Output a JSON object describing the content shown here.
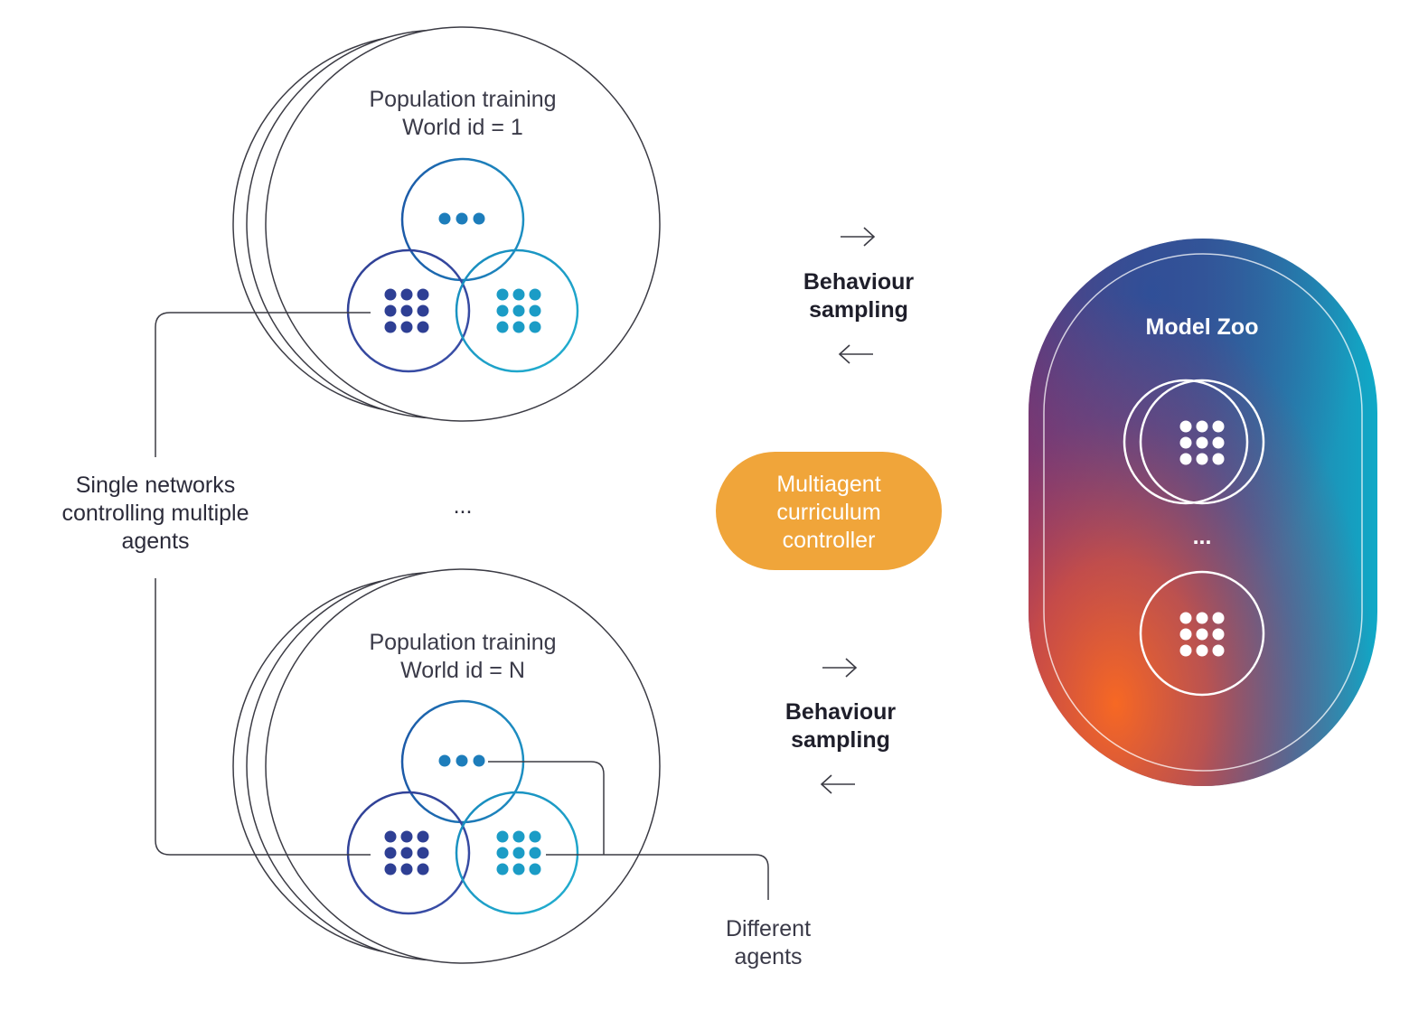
{
  "world_top": {
    "title_line1": "Population training",
    "title_line2": "World id = 1"
  },
  "world_bottom": {
    "title_line1": "Population training",
    "title_line2": "World id = N"
  },
  "between_worlds_ellipsis": "...",
  "single_networks_label": [
    "Single networks",
    "controlling multiple",
    "agents"
  ],
  "different_agents_label": [
    "Different",
    "agents"
  ],
  "behaviour_top": [
    "Behaviour",
    "sampling"
  ],
  "behaviour_bottom": [
    "Behaviour",
    "sampling"
  ],
  "controller": [
    "Multiagent",
    "curriculum",
    "controller"
  ],
  "model_zoo": {
    "title": "Model Zoo",
    "ellipsis": "..."
  },
  "colors": {
    "dark_blue": "#2e3f94",
    "mid_blue": "#1a72b5",
    "teal": "#1ba4c9",
    "controller_orange": "#f0a53a",
    "outline_gray": "#3b3b44"
  }
}
